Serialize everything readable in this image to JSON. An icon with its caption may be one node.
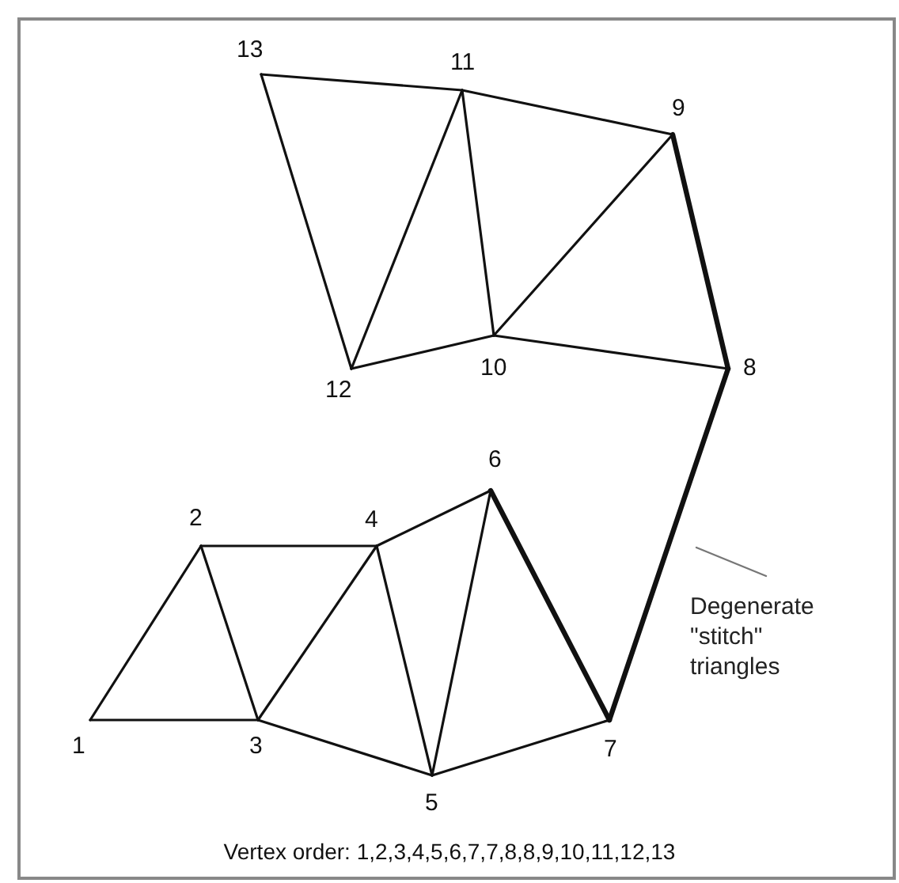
{
  "diagram": {
    "caption": "Vertex order: 1,2,3,4,5,6,7,7,8,8,9,10,11,12,13",
    "nodes": [
      {
        "text": [
          "13"
        ]
      },
      {
        "text": [
          "11"
        ]
      },
      {
        "text": [
          "9"
        ]
      },
      {
        "text": [
          "12"
        ]
      },
      {
        "text": [
          "10"
        ]
      },
      {
        "text": [
          "8"
        ]
      },
      {
        "text": [
          "6"
        ]
      },
      {
        "text": [
          "2"
        ]
      },
      {
        "text": [
          "4"
        ]
      },
      {
        "text": [
          "1"
        ]
      },
      {
        "text": [
          "3"
        ]
      },
      {
        "text": [
          "7"
        ]
      },
      {
        "text": [
          "5"
        ]
      },
      {
        "text": [
          "Degenerate \"stitch\" triangles"
        ]
      }
    ],
    "edges": [
      {
        "from": 9,
        "to": 7,
        "arrow": "none"
      },
      {
        "from": 9,
        "to": 10,
        "arrow": "none"
      },
      {
        "from": 7,
        "to": 10,
        "arrow": "none"
      },
      {
        "from": 7,
        "to": 8,
        "arrow": "none"
      },
      {
        "from": 10,
        "to": 8,
        "arrow": "none"
      },
      {
        "from": 10,
        "to": 12,
        "arrow": "none"
      },
      {
        "from": 8,
        "to": 12,
        "arrow": "none"
      },
      {
        "from": 8,
        "to": 6,
        "arrow": "none"
      },
      {
        "from": 12,
        "to": 6,
        "arrow": "none"
      },
      {
        "from": 12,
        "to": 11,
        "arrow": "none"
      },
      {
        "from": 6,
        "to": 11,
        "arrow": "none",
        "style": "thick"
      },
      {
        "from": 11,
        "to": 5,
        "arrow": "none",
        "style": "thick"
      },
      {
        "from": 5,
        "to": 2,
        "arrow": "none",
        "style": "thick"
      },
      {
        "from": 5,
        "to": 4,
        "arrow": "none"
      },
      {
        "from": 2,
        "to": 4,
        "arrow": "none"
      },
      {
        "from": 2,
        "to": 1,
        "arrow": "none"
      },
      {
        "from": 4,
        "to": 1,
        "arrow": "none"
      },
      {
        "from": 4,
        "to": 3,
        "arrow": "none"
      },
      {
        "from": 1,
        "to": 3,
        "arrow": "none"
      },
      {
        "from": 1,
        "to": 0,
        "arrow": "none"
      },
      {
        "from": 3,
        "to": 0,
        "arrow": "none"
      },
      {
        "from": 13,
        "to": null,
        "arrow": "none",
        "color": "#777777"
      }
    ]
  }
}
